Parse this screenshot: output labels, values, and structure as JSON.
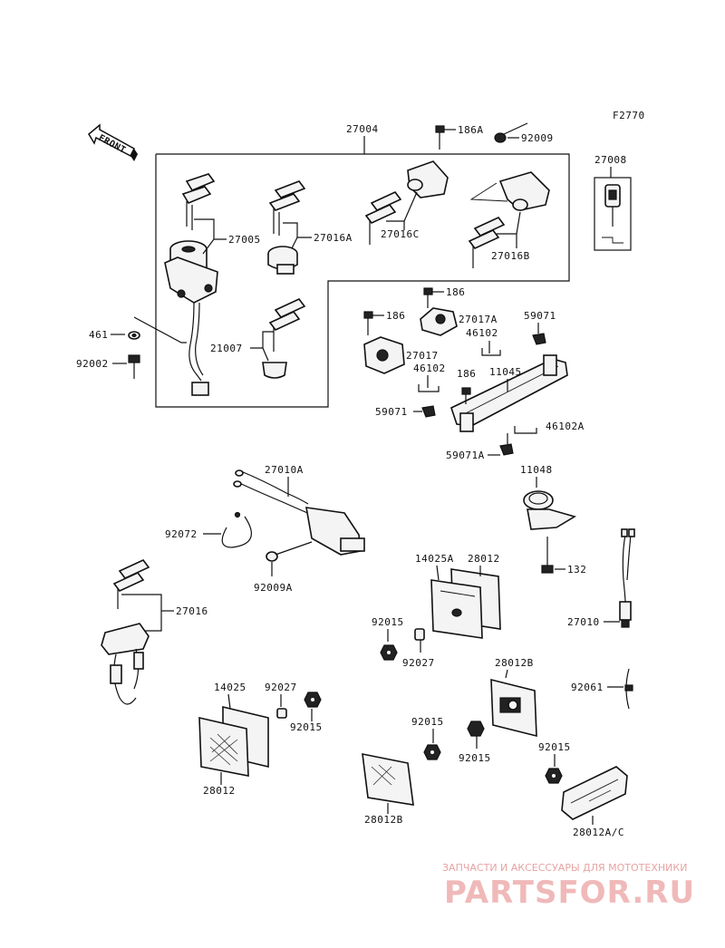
{
  "figure_code": "F2770",
  "front_label": "FRONT",
  "parts": {
    "p27004": "27004",
    "p186A": "186A",
    "p92009": "92009",
    "p27008": "27008",
    "p27005": "27005",
    "p27016A": "27016A",
    "p27016C": "27016C",
    "p27016B": "27016B",
    "p461": "461",
    "p92002": "92002",
    "p21007": "21007",
    "p186a": "186",
    "p186b": "186",
    "p27017A": "27017A",
    "p59071a": "59071",
    "p46102a": "46102",
    "p27017": "27017",
    "p46102b": "46102",
    "p11045": "11045",
    "p186c": "186",
    "p59071b": "59071",
    "p46102A": "46102A",
    "p59071A": "59071A",
    "p27010A": "27010A",
    "p11048": "11048",
    "p92072": "92072",
    "p92009A": "92009A",
    "p14025A": "14025A",
    "p28012a": "28012",
    "p132": "132",
    "p27016": "27016",
    "p27010": "27010",
    "p92015a": "92015",
    "p92027a": "92027",
    "p28012B_top": "28012B",
    "p92061": "92061",
    "p14025": "14025",
    "p92027b": "92027",
    "p92015b": "92015",
    "p92015c": "92015",
    "p92015d": "92015",
    "p92015e": "92015",
    "p28012b": "28012",
    "p28012B_bot": "28012B",
    "p28012AC": "28012A/C"
  },
  "watermark": {
    "tagline": "ЗАПЧАСТИ И АКСЕССУАРЫ ДЛЯ МОТОТЕХНИКИ",
    "logo": "PARTSFOR.RU"
  }
}
